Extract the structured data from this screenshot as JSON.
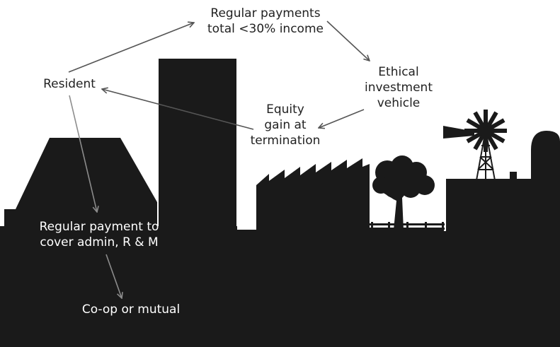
{
  "colors": {
    "silhouette": "#1a1a1a",
    "background": "#ffffff",
    "arrow_dark": "#555555",
    "arrow_light": "#8c8c8c",
    "text_dark": "#222222",
    "text_light": "#ffffff"
  },
  "nodes": {
    "resident": {
      "lines": [
        "Resident"
      ]
    },
    "regular_payments": {
      "lines": [
        "Regular payments",
        "total <30% income"
      ]
    },
    "ethical_investment": {
      "lines": [
        "Ethical",
        "investment",
        "vehicle"
      ]
    },
    "equity_gain": {
      "lines": [
        "Equity",
        "gain at",
        "termination"
      ]
    },
    "regular_payment_admin": {
      "lines": [
        "Regular payment to",
        "cover admin, R & M"
      ]
    },
    "coop": {
      "lines": [
        "Co-op or mutual"
      ]
    }
  },
  "edges": [
    {
      "from": "resident",
      "to": "regular_payments"
    },
    {
      "from": "regular_payments",
      "to": "ethical_investment"
    },
    {
      "from": "ethical_investment",
      "to": "equity_gain"
    },
    {
      "from": "equity_gain",
      "to": "resident"
    },
    {
      "from": "resident",
      "to": "regular_payment_admin"
    },
    {
      "from": "regular_payment_admin",
      "to": "coop"
    }
  ]
}
